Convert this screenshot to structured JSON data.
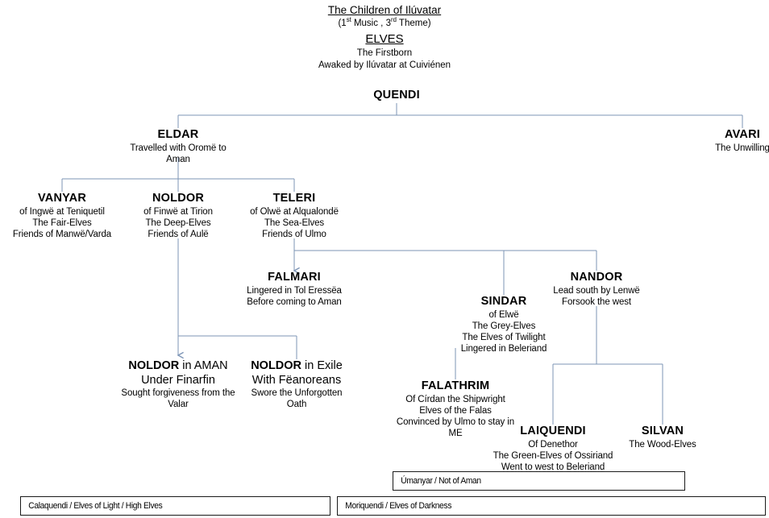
{
  "header": {
    "title": "The Children of Ilúvatar",
    "subtitle_pre": "(1",
    "subtitle_sup1": "st",
    "subtitle_mid": " Music , 3",
    "subtitle_sup2": "rd",
    "subtitle_post": " Theme)",
    "section": "ELVES",
    "line1": "The Firstborn",
    "line2": "Awaked by Ilúvatar at Cuiviénen"
  },
  "colors": {
    "connector": "#7d95b6",
    "text": "#000000",
    "box_border": "#1a1a1a",
    "background": "#ffffff"
  },
  "nodes": {
    "quendi": {
      "title": "QUENDI",
      "lines": []
    },
    "eldar": {
      "title": "ELDAR",
      "lines": [
        "Travelled with Oromë to",
        "Aman"
      ]
    },
    "avari": {
      "title": "AVARI",
      "lines": [
        "The Unwilling"
      ]
    },
    "vanyar": {
      "title": "VANYAR",
      "lines": [
        "of Ingwë at Teniquetil",
        "The Fair-Elves",
        "Friends of Manwë/Varda"
      ]
    },
    "noldor": {
      "title": "NOLDOR",
      "lines": [
        "of Finwë  at Tirion",
        "The Deep-Elves",
        "Friends of Aulë"
      ]
    },
    "teleri": {
      "title": "TELERI",
      "lines": [
        "of Olwë at Alqualondë",
        "The Sea-Elves",
        "Friends of Ulmo"
      ]
    },
    "falmari": {
      "title": "FALMARI",
      "lines": [
        "Lingered in Tol Eressëa",
        "Before coming to Aman"
      ]
    },
    "sindar": {
      "title": "SINDAR",
      "lines": [
        "of Elwë",
        "The Grey-Elves",
        "The Elves of Twilight",
        "Lingered in Beleriand"
      ]
    },
    "nandor": {
      "title": "NANDOR",
      "lines": [
        "Lead south by Lenwë",
        "Forsook the west"
      ]
    },
    "noldor_aman": {
      "title_bold": "NOLDOR",
      "title_rest": " in AMAN",
      "title_second": "Under Finarfin",
      "lines": [
        "Sought forgiveness from the",
        "Valar"
      ]
    },
    "noldor_exile": {
      "title_bold": "NOLDOR",
      "title_rest": " in Exile",
      "title_second": "With Fëanoreans",
      "lines": [
        "Swore the Unforgotten",
        "Oath"
      ]
    },
    "falathrim": {
      "title": "FALATHRIM",
      "lines": [
        "Of Círdan the Shipwright",
        "Elves of the Falas",
        "Convinced by Ulmo to stay in",
        "ME"
      ]
    },
    "laiquendi": {
      "title": "LAIQUENDI",
      "lines": [
        "Of Denethor",
        "The Green-Elves of Ossiriand",
        "Went to west to Beleriand"
      ]
    },
    "silvan": {
      "title": "SILVAN",
      "lines": [
        "The Wood-Elves"
      ]
    }
  },
  "legend": {
    "umanyar": "Úmanyar / Not of Aman",
    "calaquendi": "Calaquendi / Elves of Light / High Elves",
    "moriquendi": "Moriquendi / Elves of Darkness"
  }
}
